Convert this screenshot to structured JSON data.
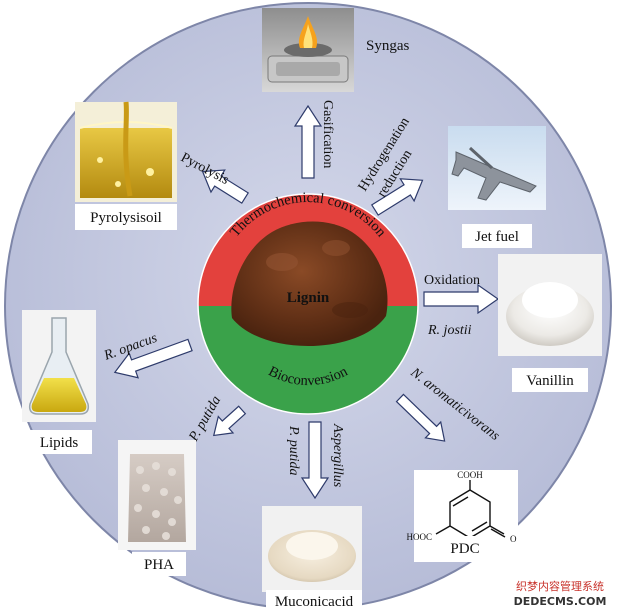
{
  "center": {
    "label": "Lignin",
    "top_band": "Thermochemical conversion",
    "bottom_band": "Bioconversion"
  },
  "products": {
    "syngas": "Syngas",
    "pyrolysis_oil": "Pyrolysisoil",
    "jet_fuel": "Jet fuel",
    "vanillin": "Vanillin",
    "lipids": "Lipids",
    "pha": "PHA",
    "muconic_acid": "Muconicacid",
    "pdc": "PDC"
  },
  "routes": {
    "gasification": "Gasification",
    "pyrolysis": "Pyrolysis",
    "hydrogenation_line1": "Hydrogenation",
    "hydrogenation_line2": "reduction",
    "oxidation": "Oxidation",
    "r_jostii": "R. jostii",
    "r_opacus": "R. opacus",
    "p_putida_pha": "P. putida",
    "p_putida_muconic": "P. putida",
    "aspergillus": "Aspergillus",
    "n_aromaticivorans": "N. aromaticivorans"
  },
  "pdc_structure": {
    "cooh_top": "COOH",
    "hooc_left": "HOOC",
    "carbonyl_o": "O",
    "ring_o": "O"
  },
  "watermark": {
    "line1": "织梦内容管理系统",
    "line2": "DEDECMS.COM"
  },
  "colors": {
    "outer_disc": "#bfc4dd",
    "thermo_band": "#e3413d",
    "bio_band": "#3aa24a",
    "lignin_brown": "#6b3518",
    "arrow_fill": "#ffffff",
    "arrow_stroke": "#2e3b6b"
  }
}
